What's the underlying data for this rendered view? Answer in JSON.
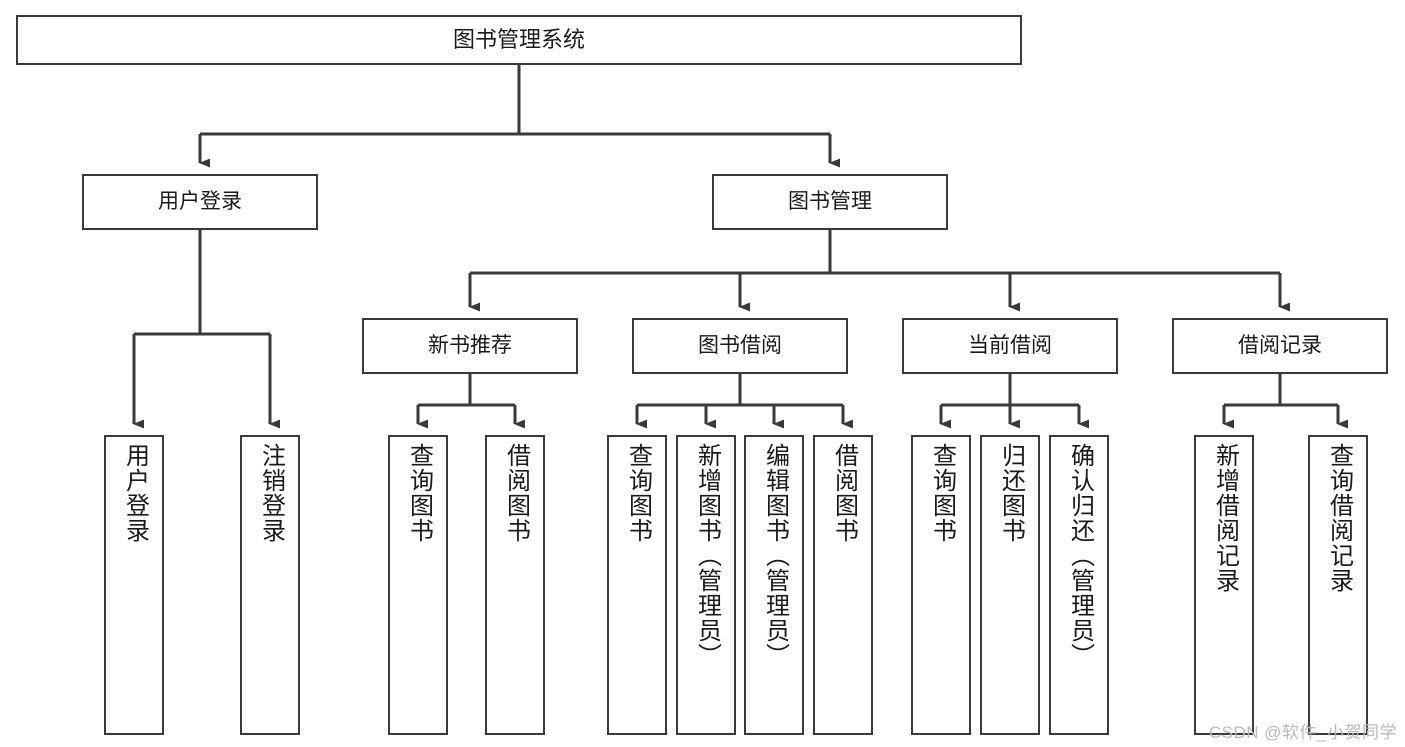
{
  "diagram": {
    "title": "图书管理系统",
    "type": "tree-hierarchy-chart",
    "colors": {
      "stroke": "#3a3a3a",
      "background": "#ffffff",
      "text": "#1a1a1a",
      "watermark": "#b9b9b9"
    }
  },
  "root": {
    "label": "图书管理系统"
  },
  "level1": [
    {
      "label": "用户登录"
    },
    {
      "label": "图书管理"
    }
  ],
  "level2": [
    {
      "label": "新书推荐"
    },
    {
      "label": "图书借阅"
    },
    {
      "label": "当前借阅"
    },
    {
      "label": "借阅记录"
    }
  ],
  "leaves": {
    "user_login": [
      {
        "label": "用户登录"
      },
      {
        "label": "注销登录"
      }
    ],
    "new_book_recommend": [
      {
        "label": "查询图书"
      },
      {
        "label": "借阅图书"
      }
    ],
    "book_borrow": [
      {
        "label": "查询图书"
      },
      {
        "label": "新增图书（管理员）"
      },
      {
        "label": "编辑图书（管理员）"
      },
      {
        "label": "借阅图书"
      }
    ],
    "current_borrow": [
      {
        "label": "查询图书"
      },
      {
        "label": "归还图书"
      },
      {
        "label": "确认归还（管理员）"
      }
    ],
    "borrow_record": [
      {
        "label": "新增借阅记录"
      },
      {
        "label": "查询借阅记录"
      }
    ]
  },
  "watermark": {
    "text": "CSDN @软件_小贺同学"
  }
}
